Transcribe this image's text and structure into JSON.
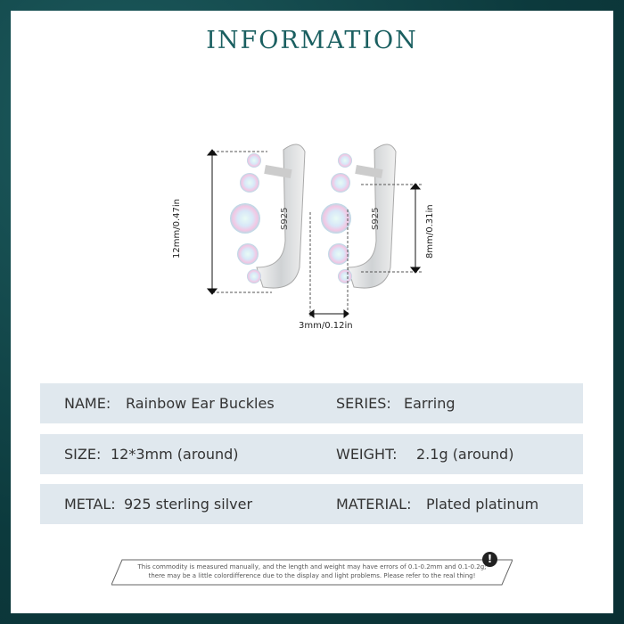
{
  "title": "INFORMATION",
  "image": {
    "engraving": "S925",
    "dim_height": "12mm/0.47in",
    "dim_inner": "8mm/0.31in",
    "dim_width": "3mm/0.12in"
  },
  "rows": [
    [
      {
        "label": "NAME:",
        "value": "Rainbow Ear Buckles"
      },
      {
        "label": "SERIES:",
        "value": "Earring"
      }
    ],
    [
      {
        "label": "SIZE:",
        "value": "12*3mm (around)"
      },
      {
        "label": "WEIGHT:",
        "value": "2.1g (around)"
      }
    ],
    [
      {
        "label": "METAL:",
        "value": "925 sterling silver"
      },
      {
        "label": "MATERIAL:",
        "value": "Plated platinum"
      }
    ]
  ],
  "disclaimer": {
    "line1": "This commodity is measured manually, and the length and weight may have errors of 0.1-0.2mm and 0.1-0.2g;",
    "line2": "there may be a little colordifference due to the display and light problems. Please refer to the real thing!",
    "icon": "exclamation-icon"
  },
  "colors": {
    "title": "#1a5f60",
    "row_bg": "#e0e8ee",
    "border": "#0c3a3d"
  }
}
